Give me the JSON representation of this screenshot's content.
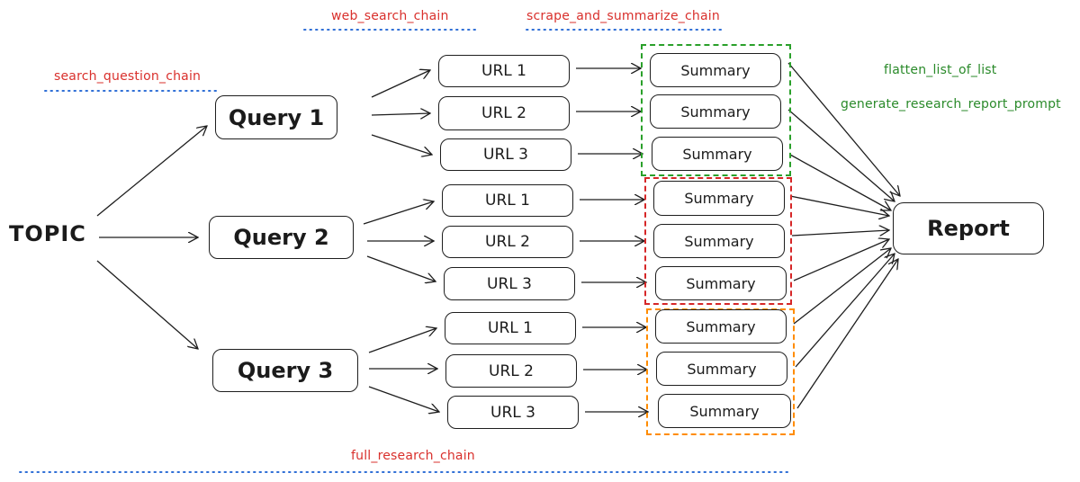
{
  "chain_labels": {
    "search_question_chain": "search_question_chain",
    "web_search_chain": "web_search_chain",
    "scrape_and_summarize_chain": "scrape_and_summarize_chain",
    "flatten_list_of_list": "flatten_list_of_list",
    "generate_research_report_prompt": "generate_research_report_prompt",
    "full_research_chain": "full_research_chain"
  },
  "topic": "TOPIC",
  "queries": [
    {
      "label": "Query 1",
      "urls": [
        "URL 1",
        "URL 2",
        "URL 3"
      ],
      "summaries": [
        "Summary",
        "Summary",
        "Summary"
      ],
      "group_color": "#2aa02a"
    },
    {
      "label": "Query 2",
      "urls": [
        "URL 1",
        "URL 2",
        "URL 3"
      ],
      "summaries": [
        "Summary",
        "Summary",
        "Summary"
      ],
      "group_color": "#d62728"
    },
    {
      "label": "Query 3",
      "urls": [
        "URL 1",
        "URL 2",
        "URL 3"
      ],
      "summaries": [
        "Summary",
        "Summary",
        "Summary"
      ],
      "group_color": "#ff8c00"
    }
  ],
  "report": "Report",
  "colors": {
    "label_red": "#d9302c",
    "label_green": "#2a8a2a",
    "underline_blue": "#2f6fd6"
  }
}
